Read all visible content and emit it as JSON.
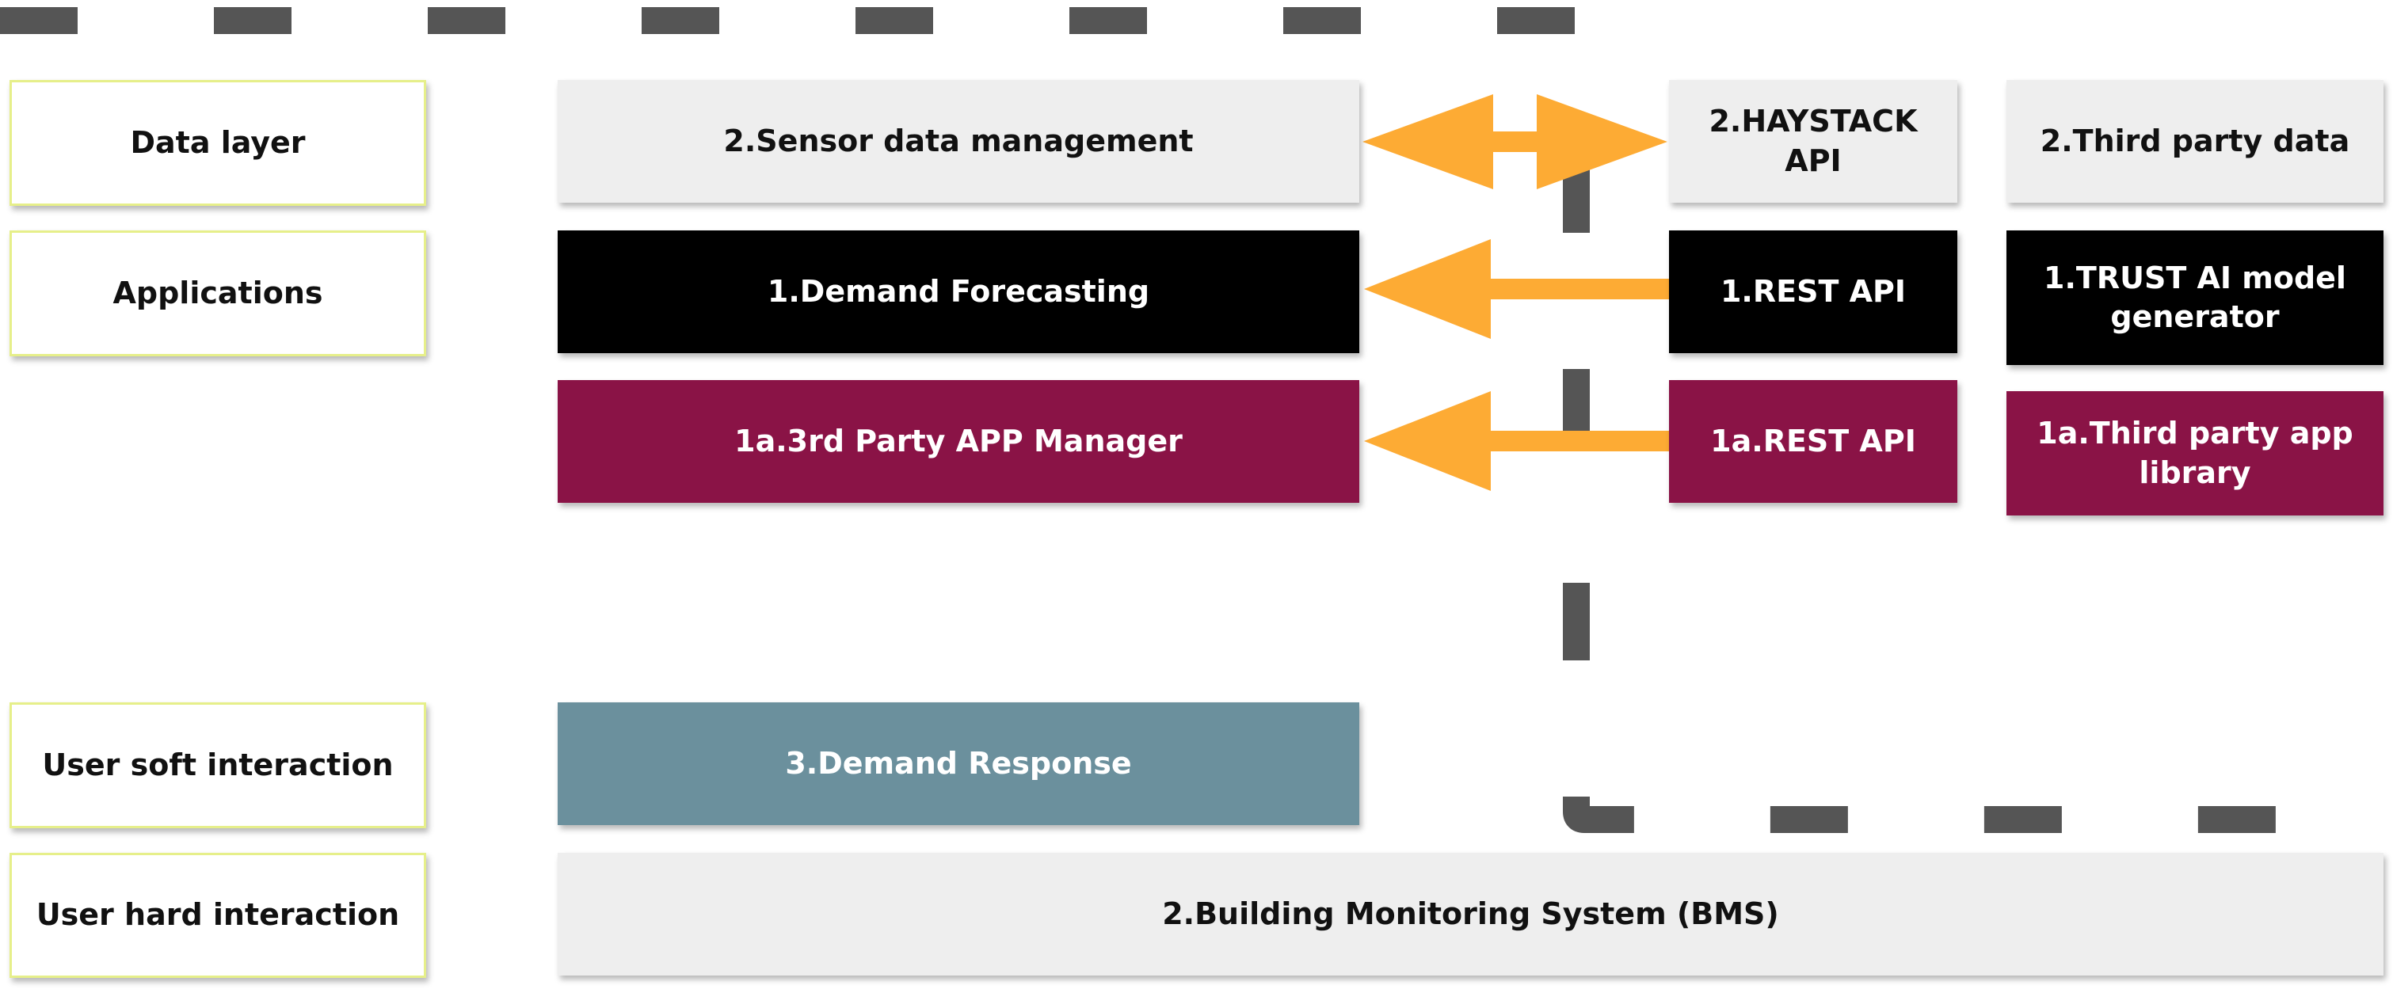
{
  "layers": {
    "data_layer": "Data layer",
    "applications": "Applications",
    "user_soft": "User soft interaction",
    "user_hard": "User hard interaction"
  },
  "blocks": {
    "sensor_data": "2.Sensor data management",
    "haystack_api": "2.HAYSTACK\nAPI",
    "third_party_data": "2.Third party data",
    "demand_forecasting": "1.Demand Forecasting",
    "rest_api_1": "1.REST API",
    "trust_ai": "1.TRUST AI model\ngenerator",
    "third_party_app_manager": "1a.3rd Party APP Manager",
    "rest_api_1a": "1a.REST API",
    "third_party_app_library": "1a.Third party app\nlibrary",
    "demand_response": "3.Demand Response",
    "bms": "2.Building Monitoring System (BMS)"
  },
  "colors": {
    "layer_border": "#e6ef8a",
    "light_grey": "#eeeeee",
    "black": "#000000",
    "maroon": "#8a1346",
    "teal": "#6b909d",
    "arrow": "#fdab34",
    "dashed_boundary": "#555555"
  }
}
